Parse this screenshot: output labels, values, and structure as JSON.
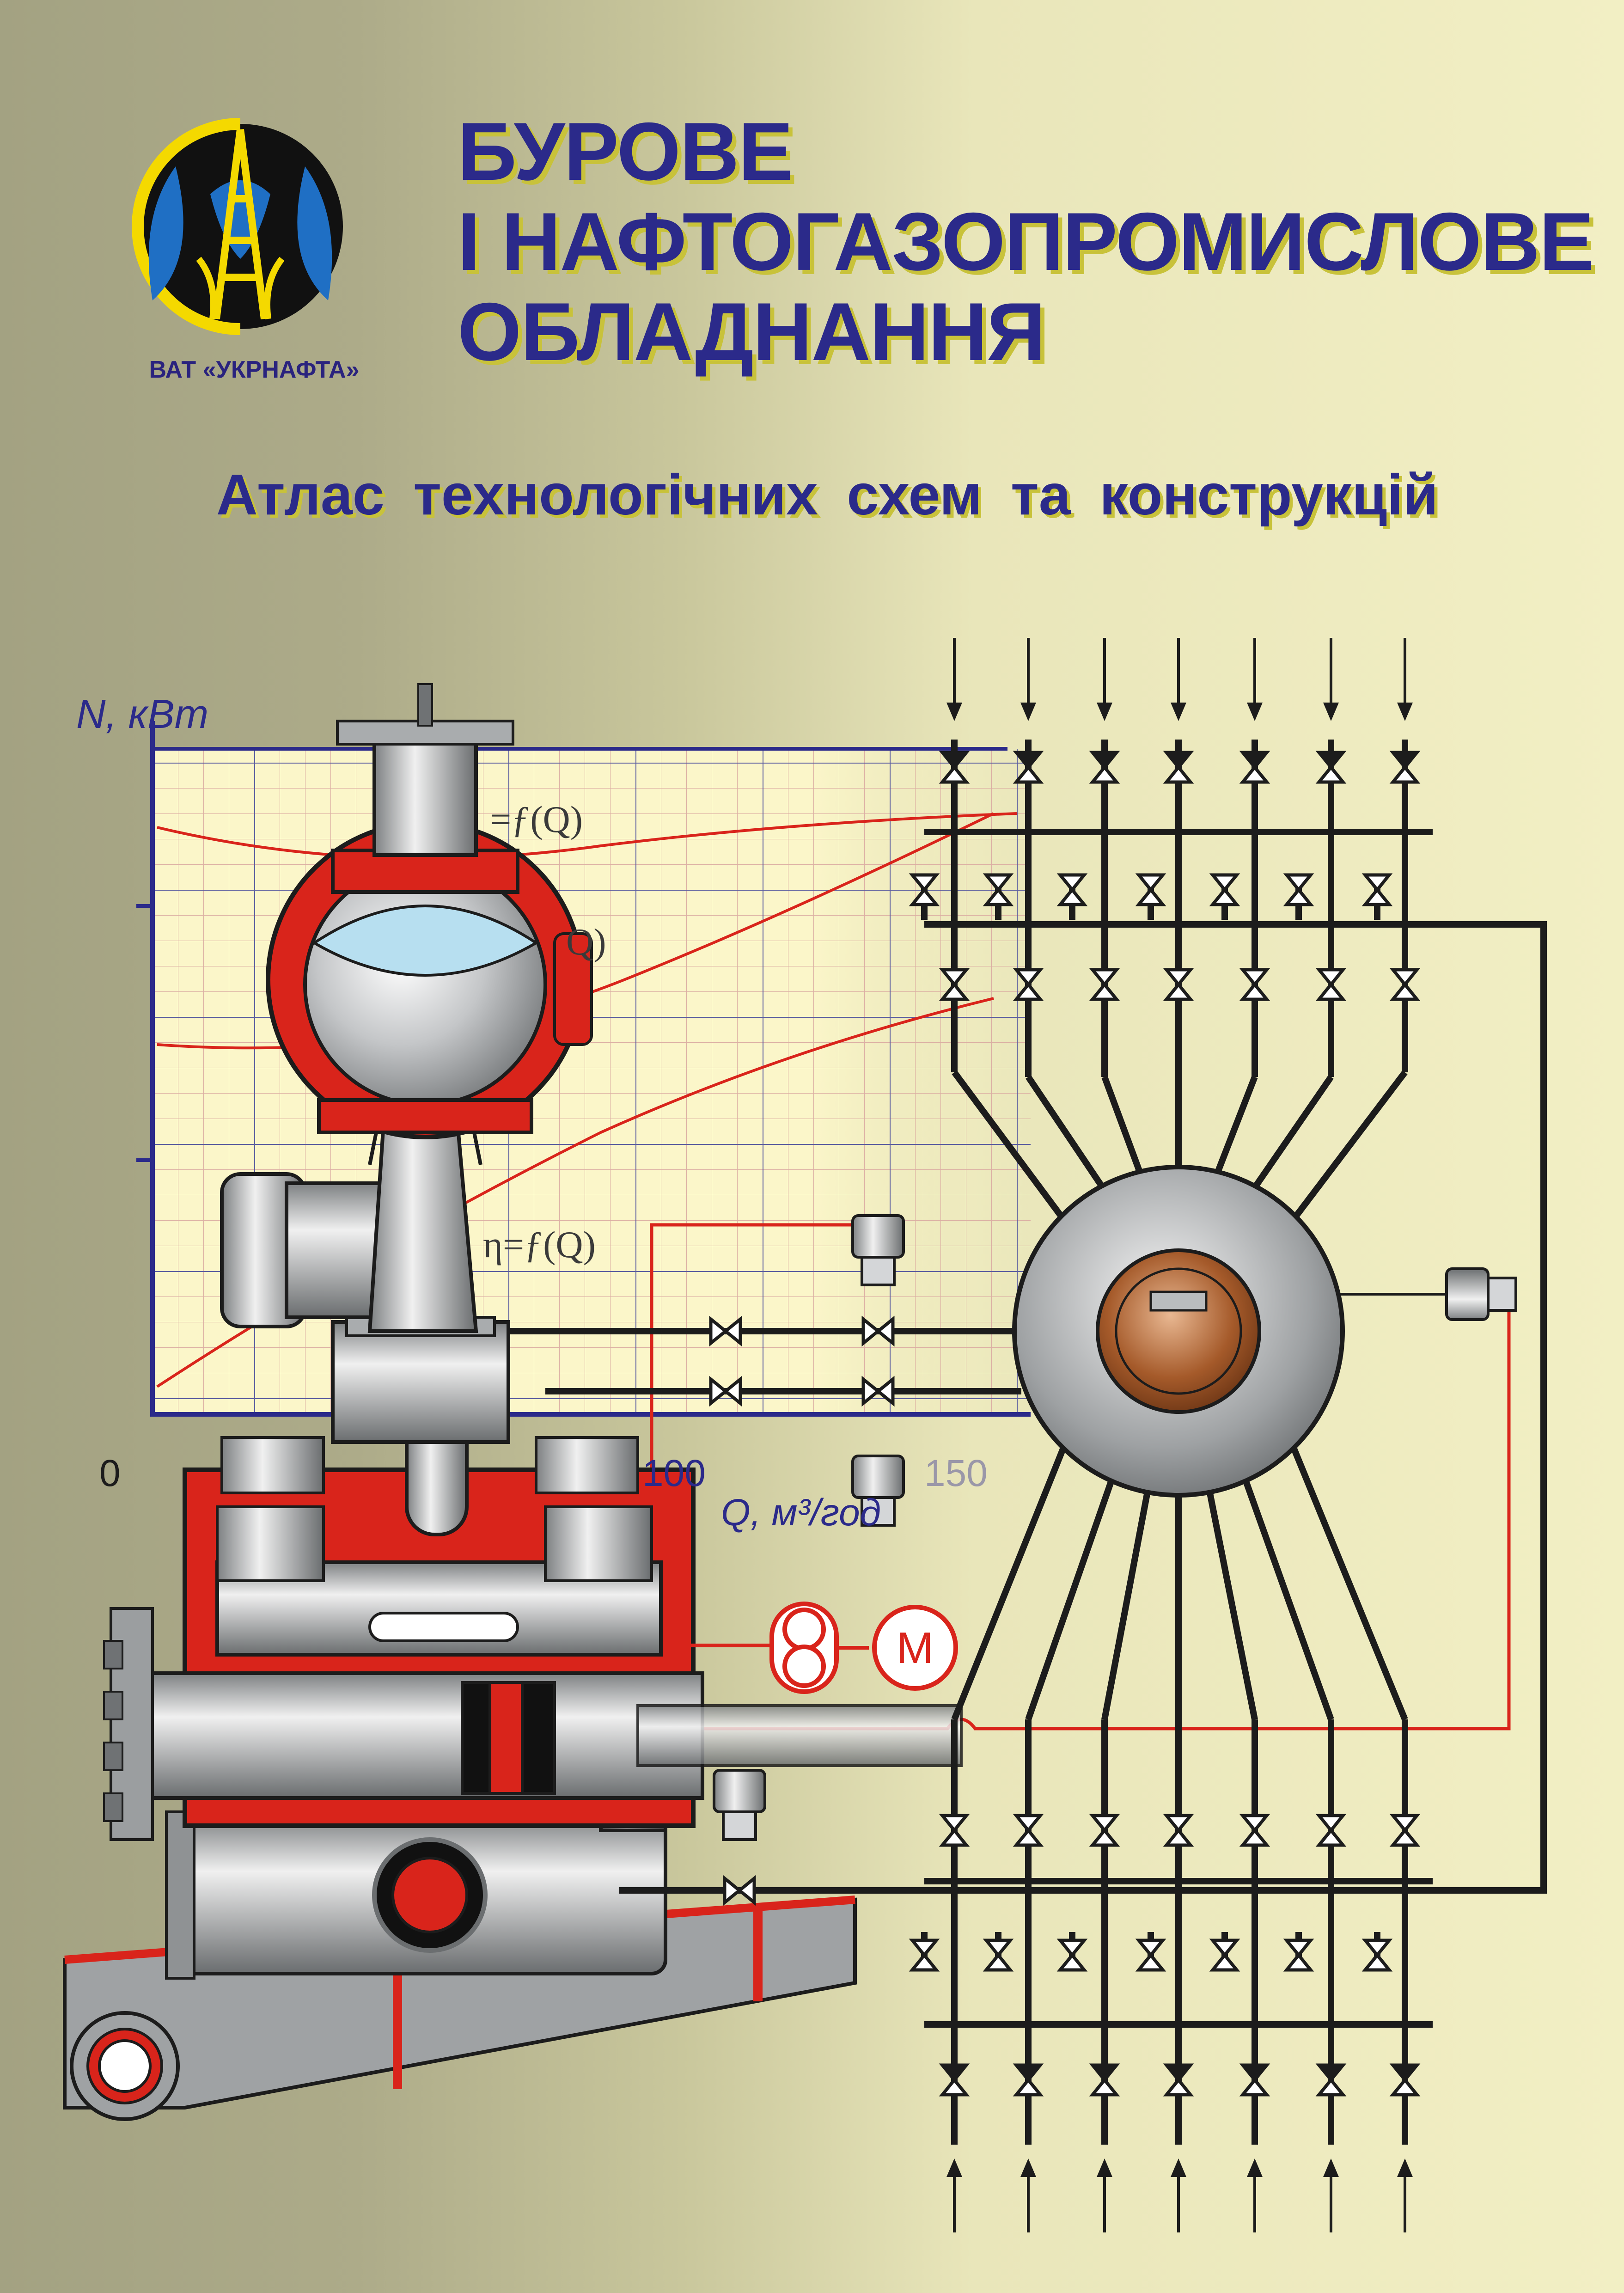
{
  "publisher": {
    "name": "ВАТ «УКРНАФТА»",
    "logo": "ukrnafta-derrick-emblem-icon"
  },
  "title_lines": [
    "БУРОВЕ",
    "І НАФТОГАЗОПРОМИСЛОВЕ",
    "ОБЛАДНАННЯ"
  ],
  "subtitle": "Атлас технологічних схем та конструкцій",
  "chart": {
    "y_label": "N, кВт",
    "x_label": "Q, м³/год",
    "x_ticks": [
      "0",
      "100",
      "150"
    ],
    "curve_labels": [
      "=ƒ(Q)",
      "Q)",
      "η=ƒ(Q)"
    ]
  },
  "schematic": {
    "motor_label": "M"
  },
  "colors": {
    "title": "#2b2a8a",
    "title_shadow": "#c8c23a",
    "accent_red": "#d9241b",
    "steel": "#b9bcbe",
    "water": "#b7dff0",
    "copper": "#a55a2a"
  }
}
